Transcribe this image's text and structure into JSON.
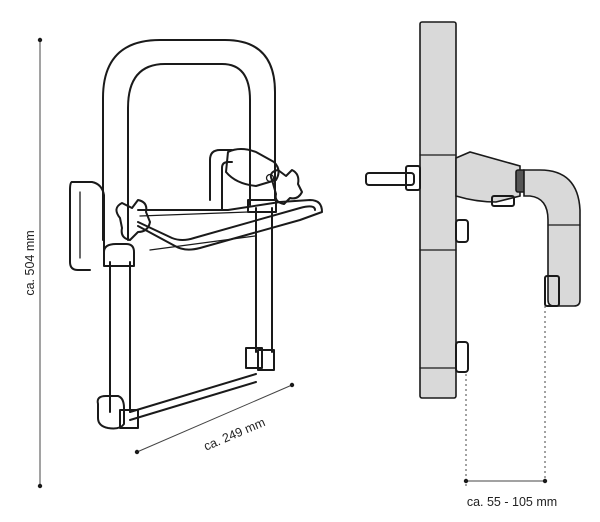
{
  "dimensions": {
    "height_label": "ca. 504 mm",
    "width_label": "ca. 249 mm",
    "depth_label": "ca. 55 - 105 mm"
  }
}
